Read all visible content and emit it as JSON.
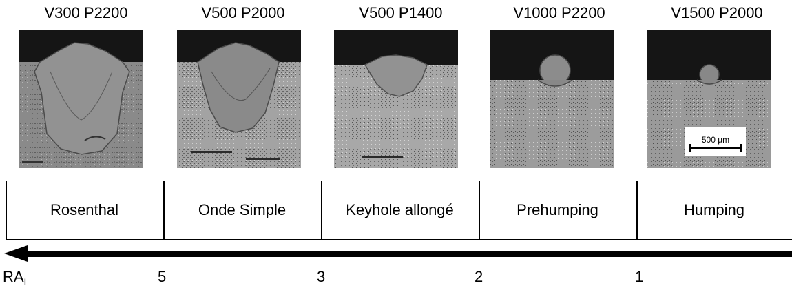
{
  "captions": [
    "V300 P2200",
    "V500 P2000",
    "V500 P1400",
    "V1000 P2200",
    "V1500 P2000"
  ],
  "regimes": [
    "Rosenthal",
    "Onde Simple",
    "Keyhole allongé",
    "Prehumping",
    "Humping"
  ],
  "scale_bar_label": "500 µm",
  "axis": {
    "label_main": "RA",
    "label_sub": "L",
    "ticks": [
      "5",
      "3",
      "2",
      "1"
    ]
  }
}
